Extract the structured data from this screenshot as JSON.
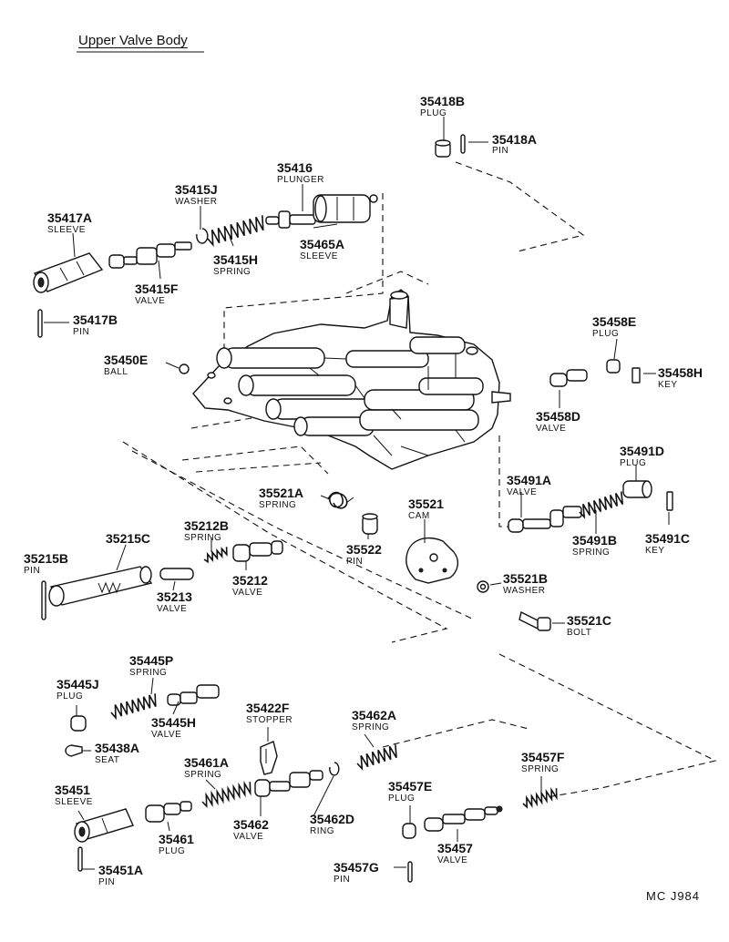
{
  "diagram": {
    "title": "Upper Valve Body",
    "footer_code": "MC  J984",
    "parts": [
      {
        "id": "35418B",
        "name": "PLUG"
      },
      {
        "id": "35418A",
        "name": "PIN"
      },
      {
        "id": "35416",
        "name": "PLUNGER"
      },
      {
        "id": "35415J",
        "name": "WASHER"
      },
      {
        "id": "35417A",
        "name": "SLEEVE"
      },
      {
        "id": "35465A",
        "name": "SLEEVE"
      },
      {
        "id": "35415H",
        "name": "SPRING"
      },
      {
        "id": "35415F",
        "name": "VALVE"
      },
      {
        "id": "35417B",
        "name": "PIN"
      },
      {
        "id": "35458E",
        "name": "PLUG"
      },
      {
        "id": "35450E",
        "name": "BALL"
      },
      {
        "id": "35458H",
        "name": "KEY"
      },
      {
        "id": "35458D",
        "name": "VALVE"
      },
      {
        "id": "35491D",
        "name": "PLUG"
      },
      {
        "id": "35491A",
        "name": "VALVE"
      },
      {
        "id": "35521A",
        "name": "SPRING"
      },
      {
        "id": "35521",
        "name": "CAM"
      },
      {
        "id": "35491B",
        "name": "SPRING"
      },
      {
        "id": "35491C",
        "name": "KEY"
      },
      {
        "id": "35212B",
        "name": "SPRING"
      },
      {
        "id": "35215C",
        "name": ""
      },
      {
        "id": "35522",
        "name": "PIN"
      },
      {
        "id": "35215B",
        "name": "PIN"
      },
      {
        "id": "35212",
        "name": "VALVE"
      },
      {
        "id": "35213",
        "name": "VALVE"
      },
      {
        "id": "35521B",
        "name": "WASHER"
      },
      {
        "id": "35521C",
        "name": "BOLT"
      },
      {
        "id": "35445P",
        "name": "SPRING"
      },
      {
        "id": "35445J",
        "name": "PLUG"
      },
      {
        "id": "35445H",
        "name": "VALVE"
      },
      {
        "id": "35422F",
        "name": "STOPPER"
      },
      {
        "id": "35462A",
        "name": "SPRING"
      },
      {
        "id": "35438A",
        "name": "SEAT"
      },
      {
        "id": "35461A",
        "name": "SPRING"
      },
      {
        "id": "35457F",
        "name": "SPRING"
      },
      {
        "id": "35451",
        "name": "SLEEVE"
      },
      {
        "id": "35457E",
        "name": "PLUG"
      },
      {
        "id": "35462",
        "name": "VALVE"
      },
      {
        "id": "35462D",
        "name": "RING"
      },
      {
        "id": "35461",
        "name": "PLUG"
      },
      {
        "id": "35457",
        "name": "VALVE"
      },
      {
        "id": "35451A",
        "name": "PIN"
      },
      {
        "id": "35457G",
        "name": "PIN"
      }
    ]
  }
}
